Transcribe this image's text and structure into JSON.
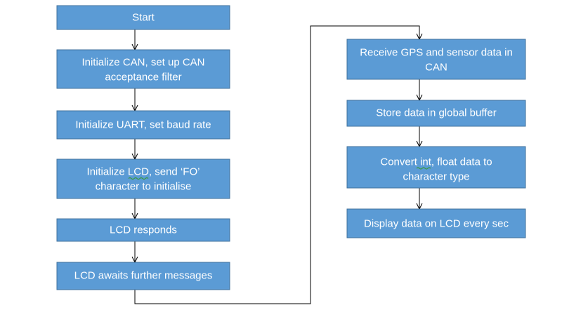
{
  "flowchart": {
    "steps": [
      {
        "id": "start",
        "lines": [
          "Start"
        ]
      },
      {
        "id": "init-can",
        "lines": [
          "Initialize CAN, set up CAN",
          "acceptance filter"
        ]
      },
      {
        "id": "init-uart",
        "lines": [
          "Initialize UART, set baud rate"
        ]
      },
      {
        "id": "init-lcd",
        "lines": [
          "Initialize LCD, send ‘FO’",
          "character to initialise"
        ]
      },
      {
        "id": "lcd-responds",
        "lines": [
          "LCD responds"
        ]
      },
      {
        "id": "lcd-awaits",
        "lines": [
          "LCD awaits further messages"
        ]
      },
      {
        "id": "receive-data",
        "lines": [
          "Receive GPS and sensor data in",
          "CAN"
        ]
      },
      {
        "id": "store-data",
        "lines": [
          "Store data in global buffer"
        ]
      },
      {
        "id": "convert-data",
        "lines": [
          "Convert int, float data to",
          "character type"
        ]
      },
      {
        "id": "display-data",
        "lines": [
          "Display data on LCD every sec"
        ]
      }
    ],
    "connections": [
      [
        "start",
        "init-can"
      ],
      [
        "init-can",
        "init-uart"
      ],
      [
        "init-uart",
        "init-lcd"
      ],
      [
        "init-lcd",
        "lcd-responds"
      ],
      [
        "lcd-responds",
        "lcd-awaits"
      ],
      [
        "lcd-awaits",
        "receive-data"
      ],
      [
        "receive-data",
        "store-data"
      ],
      [
        "store-data",
        "convert-data"
      ],
      [
        "convert-data",
        "display-data"
      ]
    ],
    "colors": {
      "box_fill": "#5b9bd5",
      "box_border": "#41719c",
      "box_text": "#ffffff",
      "connector": "#000000"
    }
  }
}
